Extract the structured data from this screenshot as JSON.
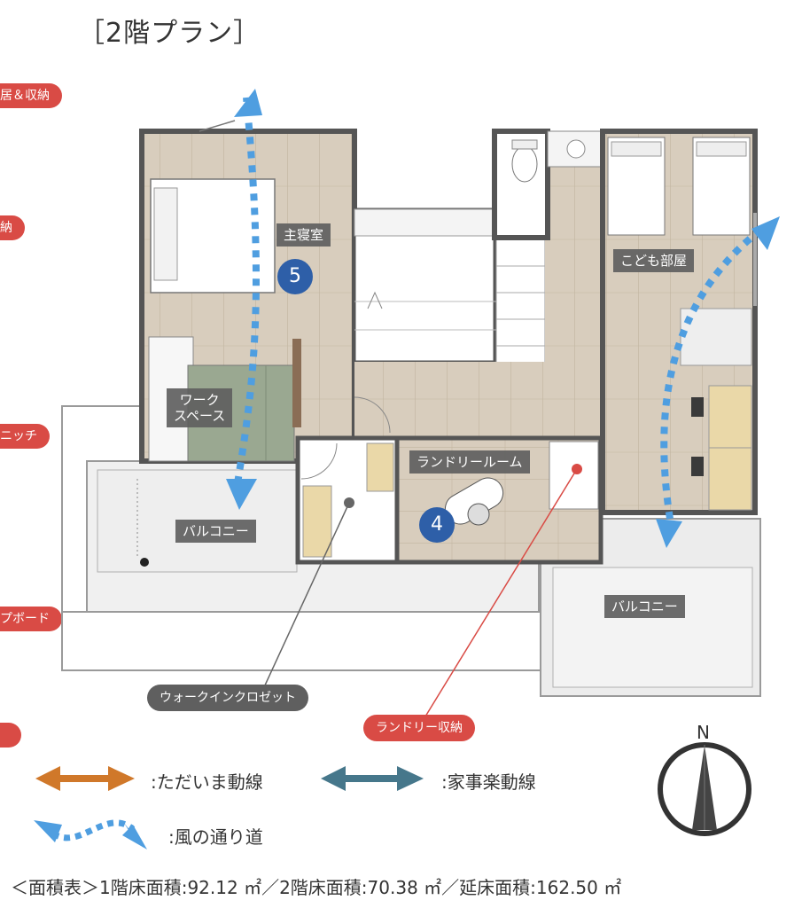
{
  "title": "［2階プラン］",
  "side_tags": [
    "居＆収納",
    "納",
    "ニッチ",
    "プボード",
    ""
  ],
  "rooms": {
    "master_bedroom": "主寝室",
    "kids_room": "こども部屋",
    "workspace_line1": "ワーク",
    "workspace_line2": "スペース",
    "laundry_room": "ランドリールーム",
    "balcony_left": "バルコニー",
    "balcony_right": "バルコニー"
  },
  "badges": {
    "master": "5",
    "laundry": "4"
  },
  "callouts": {
    "walk_in_closet": "ウォークインクロゼット",
    "laundry_storage": "ランドリー収納"
  },
  "legend": {
    "tadaima": ":ただいま動線",
    "housework": ":家事楽動線",
    "wind": ":風の通り道"
  },
  "compass_label": "N",
  "area_summary": "＜面積表＞1階床面積:92.12 ㎡／2階床面積:70.38 ㎡／延床面積:162.50 ㎡",
  "colors": {
    "tadaima_arrow": "#d0782a",
    "housework_arrow": "#46778b",
    "wind_arrow": "#4f9ee0",
    "red_tag": "#d94b45",
    "badge": "#2e5fa8"
  }
}
